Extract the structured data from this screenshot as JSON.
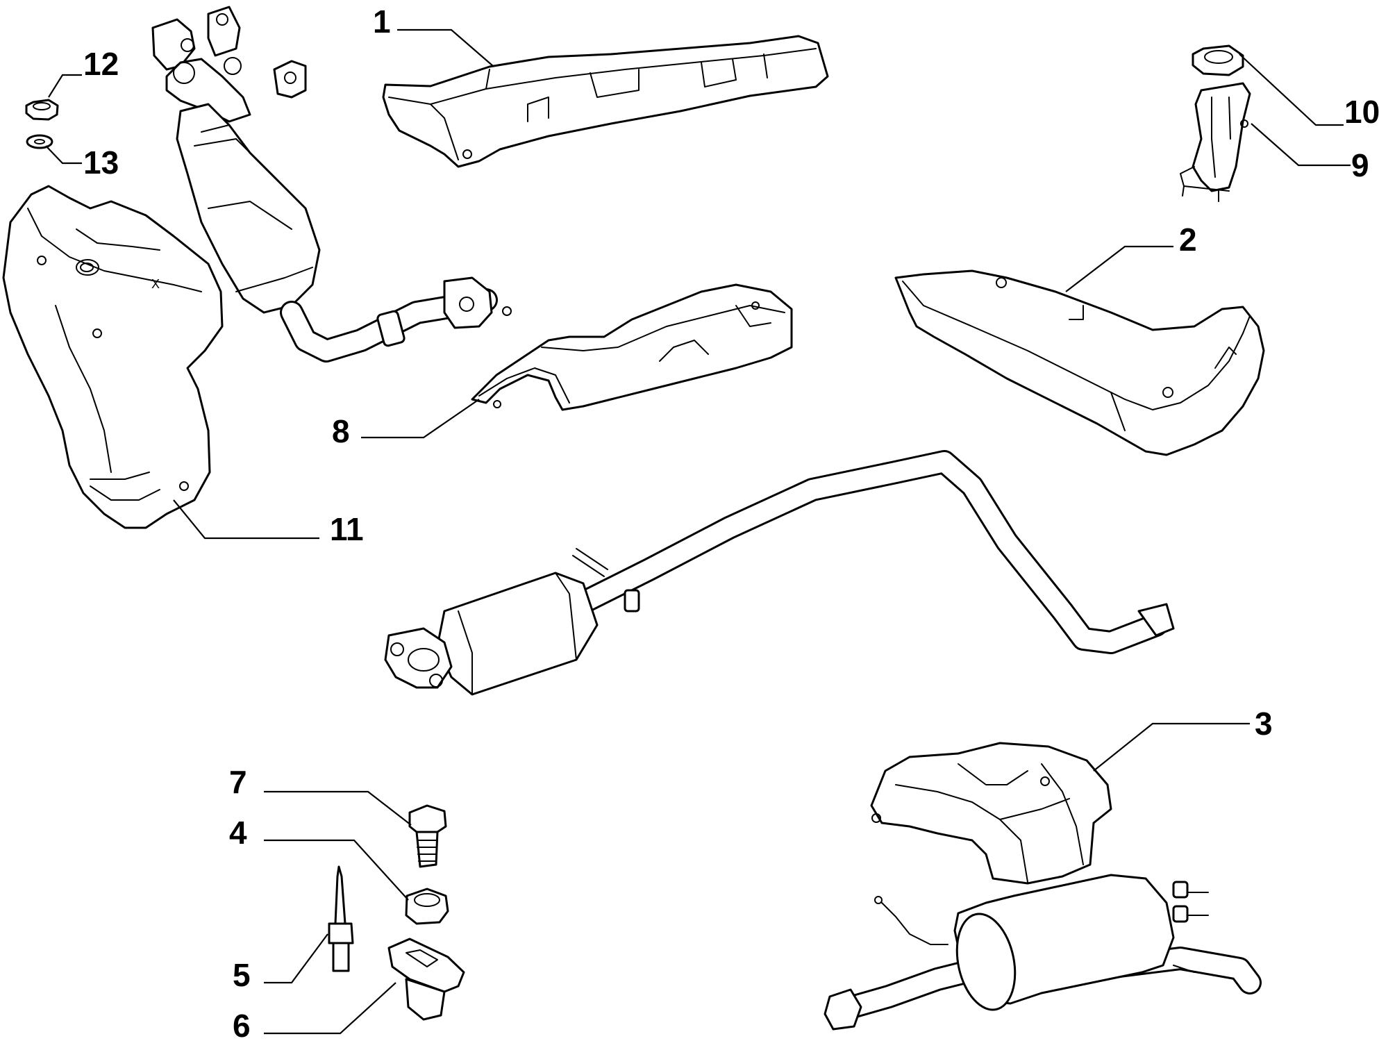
{
  "diagram": {
    "callouts": [
      {
        "id": "1",
        "label": "1"
      },
      {
        "id": "2",
        "label": "2"
      },
      {
        "id": "3",
        "label": "3"
      },
      {
        "id": "4",
        "label": "4"
      },
      {
        "id": "5",
        "label": "5"
      },
      {
        "id": "6",
        "label": "6"
      },
      {
        "id": "7",
        "label": "7"
      },
      {
        "id": "8",
        "label": "8"
      },
      {
        "id": "9",
        "label": "9"
      },
      {
        "id": "10",
        "label": "10"
      },
      {
        "id": "11",
        "label": "11"
      },
      {
        "id": "12",
        "label": "12"
      },
      {
        "id": "13",
        "label": "13"
      }
    ],
    "shield_mark": "X"
  }
}
